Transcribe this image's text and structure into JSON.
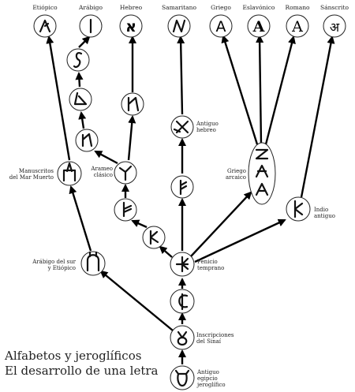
{
  "title_line1": "Alfabetos y jeroglíficos",
  "title_line2": "El desarrollo de una letra",
  "top_labels": {
    "etiopico": "Etiópico",
    "arabigo": "Arábigo",
    "hebreo": "Hebreo",
    "samaritano": "Samaritano",
    "griego": "Griego",
    "eslavonico": "Eslavónico",
    "romano": "Romano",
    "sanscrito": "Sánscrito"
  },
  "side_labels": {
    "manuscritos": [
      "Manuscritos",
      "del Mar Muerto"
    ],
    "arameo": [
      "Arameo",
      "clásico"
    ],
    "antiguo_hebreo": [
      "Antiguo",
      "hebreo"
    ],
    "griego_arcaico": [
      "Griego",
      "arcaico"
    ],
    "indio": [
      "Indio",
      "antiguo"
    ],
    "arabigo_sur": [
      "Arábigo del sur",
      "y Etiópico"
    ],
    "fenicio": [
      "Fenicio",
      "temprano"
    ],
    "sinai": [
      "Inscripciones",
      "del Sinaí"
    ],
    "egipcio": [
      "Antiguo",
      "egipcio",
      "jeroglífico"
    ]
  },
  "glyph_texts": {
    "hebreo_letter": "א",
    "griego_letter": "A",
    "eslavonico_letter": "A",
    "romano_letter": "A",
    "sanscrito_letter": "अ"
  }
}
